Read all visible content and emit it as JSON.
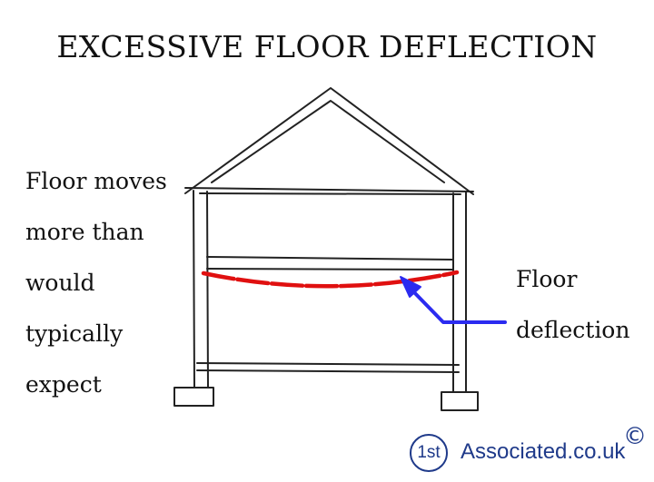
{
  "title": "EXCESSIVE FLOOR DEFLECTION",
  "left_note": {
    "lines": [
      "Floor moves",
      "more than",
      "would",
      "typically",
      "expect"
    ]
  },
  "deflection_label": {
    "lines": [
      "Floor",
      "deflection"
    ]
  },
  "logo": {
    "badge": "1st",
    "text": "Associated.co.uk",
    "copyright_symbol": "©"
  },
  "colors": {
    "ink": "#111111",
    "deflection": "#e01010",
    "arrow": "#2b2bf0",
    "brand": "#1f3a8a"
  },
  "icons": [
    "copyright-icon",
    "arrow-icon"
  ]
}
